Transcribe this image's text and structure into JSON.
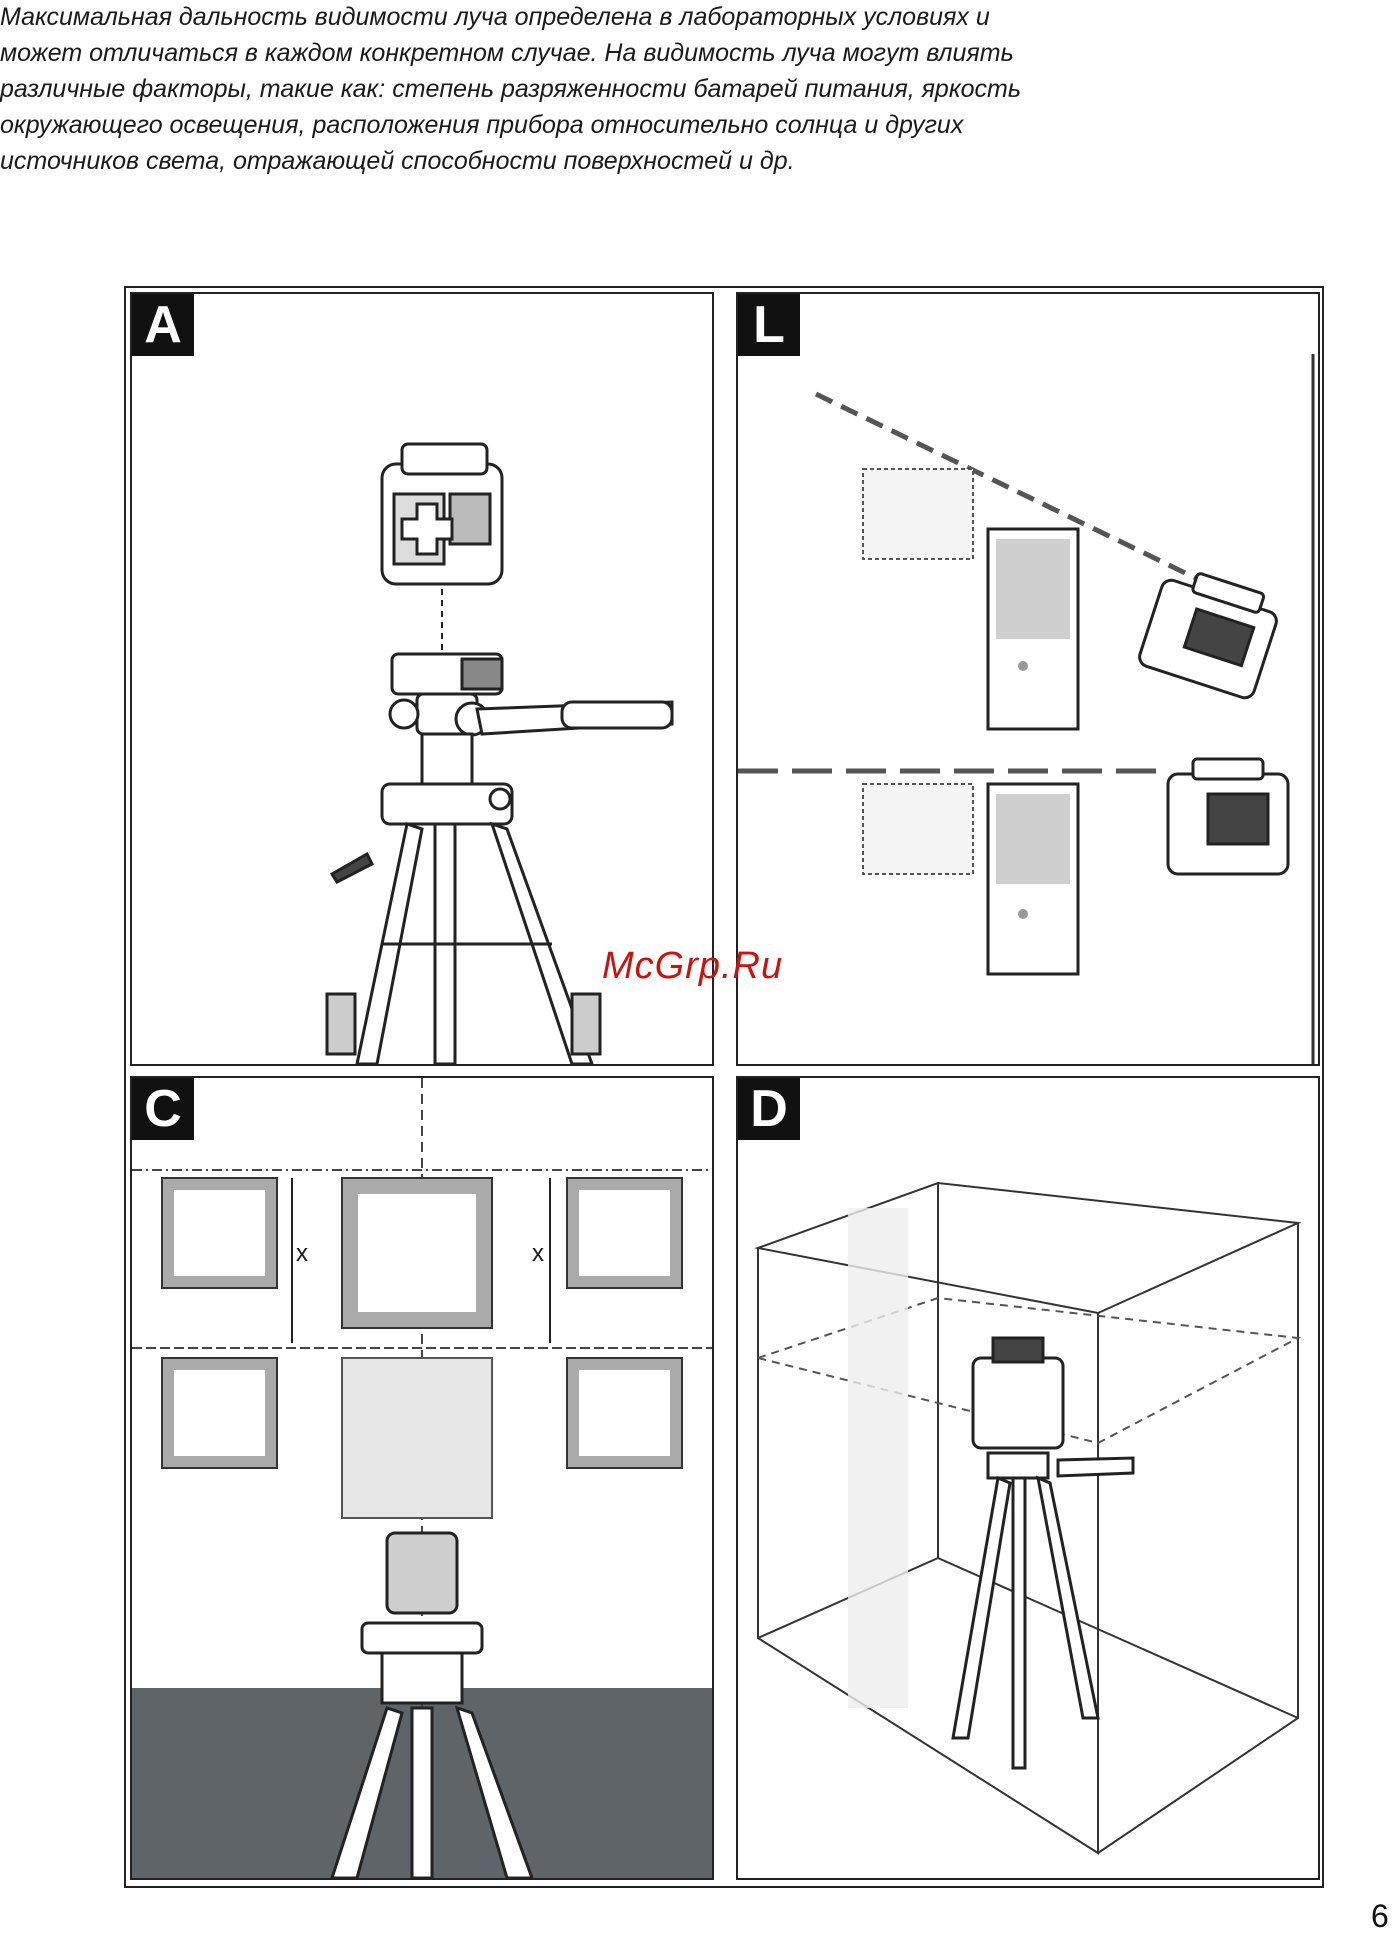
{
  "intro": {
    "lines": [
      "Максимальная дальность видимости луча определена в лабораторных условиях и",
      "может отличаться в каждом конкретном случае. На видимость луча могут влиять",
      "различные факторы, такие как: степень разряженности батарей питания, яркость",
      "окружающего освещения, расположения прибора относительно солнца и других",
      "источников света, отражающей способности поверхностей и др."
    ]
  },
  "panels": {
    "a": {
      "letter": "A"
    },
    "b": {
      "letter": "L"
    },
    "c": {
      "letter": "C",
      "dimension_left": "x",
      "dimension_right": "x"
    },
    "d": {
      "letter": "D"
    }
  },
  "watermark": "McGrp.Ru",
  "page_number": "6",
  "colors": {
    "frame": "#222222",
    "letter_bg": "#111111",
    "watermark": "#cc1111",
    "floor": "#5f6468"
  }
}
